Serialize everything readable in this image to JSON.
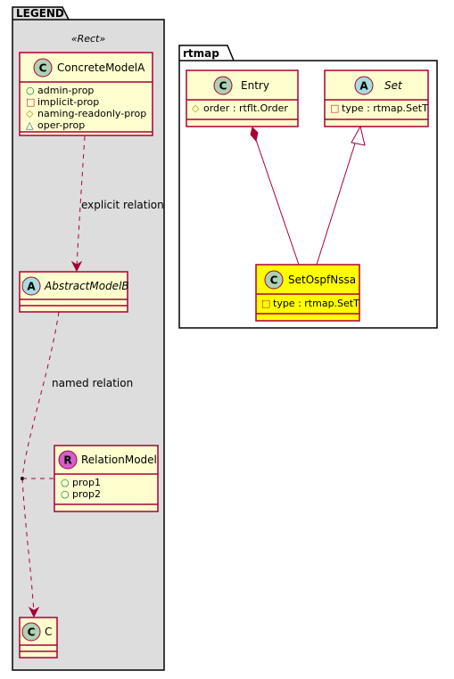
{
  "legend": {
    "package_label": "LEGEND",
    "stereotype": "«Rect»",
    "concrete_model": {
      "badge": "C",
      "name": "ConcreteModelA",
      "members": [
        {
          "marker": "○",
          "text": "admin-prop"
        },
        {
          "marker": "□",
          "text": "implicit-prop"
        },
        {
          "marker": "◇",
          "text": "naming-readonly-prop"
        },
        {
          "marker": "△",
          "text": "oper-prop"
        }
      ]
    },
    "abstract_model": {
      "badge": "A",
      "name": "AbstractModelB"
    },
    "relation_model": {
      "badge": "R",
      "name": "RelationModel",
      "members": [
        {
          "marker": "○",
          "text": "prop1"
        },
        {
          "marker": "○",
          "text": "prop2"
        }
      ]
    },
    "class_c": {
      "badge": "C",
      "name": "C"
    },
    "explicit_relation_label": "explicit relation",
    "named_relation_label": "named relation"
  },
  "rtmap": {
    "package_label": "rtmap",
    "entry": {
      "badge": "C",
      "name": "Entry",
      "members": [
        {
          "marker": "◇",
          "text": "order : rtflt.Order"
        }
      ]
    },
    "set": {
      "badge": "A",
      "name": "Set",
      "members": [
        {
          "marker": "□",
          "text": "type : rtmap.SetT"
        }
      ]
    },
    "set_ospf_nssa": {
      "badge": "C",
      "name": "SetOspfNssa",
      "members": [
        {
          "marker": "□",
          "text": "type : rtmap.SetT"
        }
      ]
    }
  },
  "colors": {
    "class_fill": "#FEFECE",
    "highlight_fill": "#FFFF00",
    "border": "#A80036",
    "package_fill": "#DDDDDD",
    "badge_class": "#ADD1B2",
    "badge_abstract": "#A9DCDF",
    "badge_relation": "#D25FCB",
    "member_marker": "#038048"
  }
}
